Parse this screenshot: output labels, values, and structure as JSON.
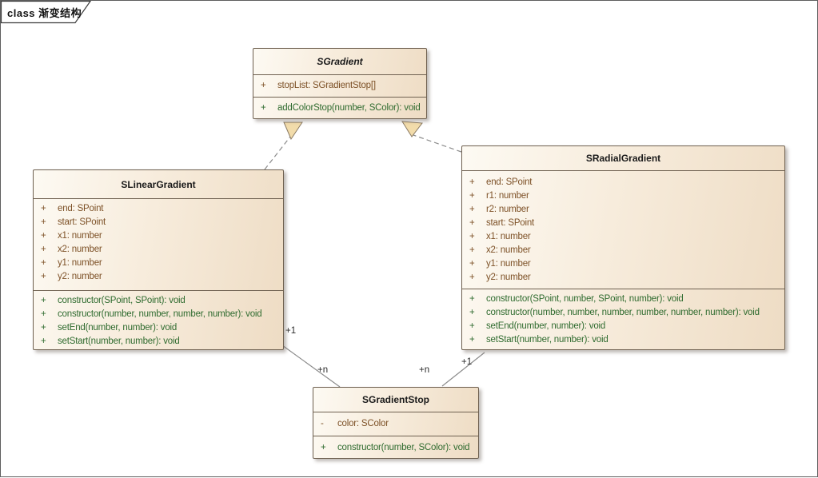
{
  "frame": {
    "label": "class 渐变结构"
  },
  "classes": [
    {
      "name": "SGradient",
      "abstract": true,
      "attributes": [
        {
          "vis": "+",
          "text": "stopList: SGradientStop[]"
        }
      ],
      "operations": [
        {
          "vis": "+",
          "text": "addColorStop(number, SColor): void"
        }
      ]
    },
    {
      "name": "SLinearGradient",
      "abstract": false,
      "attributes": [
        {
          "vis": "+",
          "text": "end: SPoint"
        },
        {
          "vis": "+",
          "text": "start: SPoint"
        },
        {
          "vis": "+",
          "text": "x1: number"
        },
        {
          "vis": "+",
          "text": "x2: number"
        },
        {
          "vis": "+",
          "text": "y1: number"
        },
        {
          "vis": "+",
          "text": "y2: number"
        }
      ],
      "operations": [
        {
          "vis": "+",
          "text": "constructor(SPoint, SPoint): void"
        },
        {
          "vis": "+",
          "text": "constructor(number, number, number, number): void"
        },
        {
          "vis": "+",
          "text": "setEnd(number, number): void"
        },
        {
          "vis": "+",
          "text": "setStart(number, number): void"
        }
      ]
    },
    {
      "name": "SRadialGradient",
      "abstract": false,
      "attributes": [
        {
          "vis": "+",
          "text": "end: SPoint"
        },
        {
          "vis": "+",
          "text": "r1: number"
        },
        {
          "vis": "+",
          "text": "r2: number"
        },
        {
          "vis": "+",
          "text": "start: SPoint"
        },
        {
          "vis": "+",
          "text": "x1: number"
        },
        {
          "vis": "+",
          "text": "x2: number"
        },
        {
          "vis": "+",
          "text": "y1: number"
        },
        {
          "vis": "+",
          "text": "y2: number"
        }
      ],
      "operations": [
        {
          "vis": "+",
          "text": "constructor(SPoint, number, SPoint, number): void"
        },
        {
          "vis": "+",
          "text": "constructor(number, number, number, number, number, number): void"
        },
        {
          "vis": "+",
          "text": "setEnd(number, number): void"
        },
        {
          "vis": "+",
          "text": "setStart(number, number): void"
        }
      ]
    },
    {
      "name": "SGradientStop",
      "abstract": false,
      "attributes": [
        {
          "vis": "-",
          "text": "color: SColor"
        }
      ],
      "operations": [
        {
          "vis": "+",
          "text": "constructor(number, SColor): void"
        }
      ]
    }
  ],
  "connectors": {
    "linear_to_stop": {
      "source_label": "+1",
      "target_label": "+n"
    },
    "radial_to_stop": {
      "source_label": "+1",
      "target_label": "+n"
    },
    "generalization_left": {
      "type": "realization"
    },
    "generalization_right": {
      "type": "realization"
    }
  },
  "colors": {
    "box_fill_light": "#fdfaf3",
    "box_fill_dark": "#eedcc4",
    "box_border": "#6f6151",
    "attribute_text": "#7d5127",
    "operation_text": "#2f6b2f",
    "connector_line": "#8c8c8c",
    "arrowhead_fill": "#f2dcab",
    "title_text": "#1a1a1a"
  }
}
